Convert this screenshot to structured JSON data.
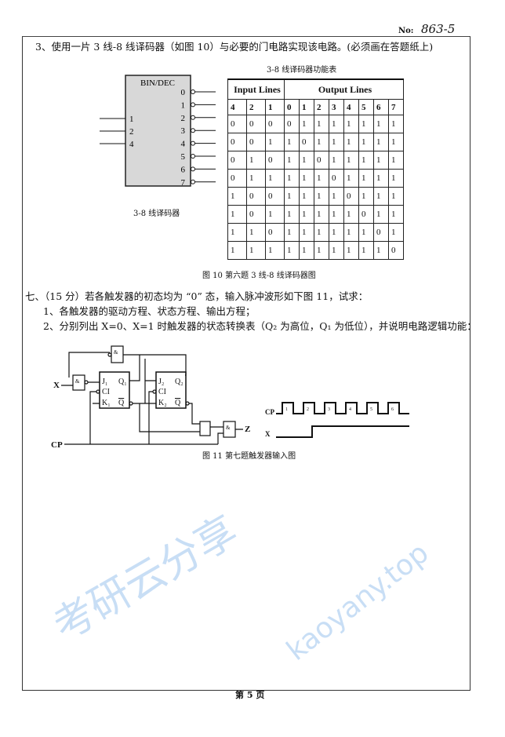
{
  "header": {
    "no_label": "No:",
    "no_value": "863-5"
  },
  "q3": {
    "text": "3、使用一片 3 线-8 线译码器（如图 10）与必要的门电路实现该电路。(必须画在答题纸上)"
  },
  "decoder": {
    "title": "BIN/DEC",
    "inputs": [
      "1",
      "2",
      "4"
    ],
    "outputs": [
      "0",
      "1",
      "2",
      "3",
      "4",
      "5",
      "6",
      "7"
    ],
    "caption": "3-8 线译码器"
  },
  "truth_table": {
    "title": "3-8 线译码器功能表",
    "input_header": "Input Lines",
    "output_header": "Output Lines",
    "columns": [
      "4",
      "2",
      "1",
      "0",
      "1",
      "2",
      "3",
      "4",
      "5",
      "6",
      "7"
    ],
    "rows": [
      [
        "0",
        "0",
        "0",
        "0",
        "1",
        "1",
        "1",
        "1",
        "1",
        "1",
        "1"
      ],
      [
        "0",
        "0",
        "1",
        "1",
        "0",
        "1",
        "1",
        "1",
        "1",
        "1",
        "1"
      ],
      [
        "0",
        "1",
        "0",
        "1",
        "1",
        "0",
        "1",
        "1",
        "1",
        "1",
        "1"
      ],
      [
        "0",
        "1",
        "1",
        "1",
        "1",
        "1",
        "0",
        "1",
        "1",
        "1",
        "1"
      ],
      [
        "1",
        "0",
        "0",
        "1",
        "1",
        "1",
        "1",
        "0",
        "1",
        "1",
        "1"
      ],
      [
        "1",
        "0",
        "1",
        "1",
        "1",
        "1",
        "1",
        "1",
        "0",
        "1",
        "1"
      ],
      [
        "1",
        "1",
        "0",
        "1",
        "1",
        "1",
        "1",
        "1",
        "1",
        "0",
        "1"
      ],
      [
        "1",
        "1",
        "1",
        "1",
        "1",
        "1",
        "1",
        "1",
        "1",
        "1",
        "0"
      ]
    ]
  },
  "fig10_caption": "图 10  第六题 3 线-8 线译码器图",
  "q7": {
    "text": "七、（15 分）若各触发器的初态均为 “0” 态，输入脉冲波形如下图 11，试求：",
    "item1": "1、各触发器的驱动方程、状态方程、输出方程；",
    "item2": "2、分别列出 X=0、X=1 时触发器的状态转换表（Q₂ 为高位，Q₁ 为低位），并说明电路逻辑功能："
  },
  "circuit": {
    "x_label": "X",
    "cp_label": "CP",
    "z_label": "Z",
    "and_symbol": "&",
    "ff1": {
      "j": "J₁",
      "ci": "CI",
      "k": "K₁",
      "q": "Q₁",
      "qbar": "Q"
    },
    "ff2": {
      "j": "J₂",
      "ci": "CI",
      "k": "K₂",
      "q": "Q₂",
      "qbar": "Q"
    }
  },
  "waveform": {
    "cp_label": "CP",
    "x_label": "X",
    "pulses": [
      "1",
      "2",
      "3",
      "4",
      "5",
      "6"
    ]
  },
  "fig11_caption": "图 11  第七题触发器输入图",
  "footer": {
    "page": "第 5 页"
  },
  "watermark": {
    "cn": "考研云分享",
    "url": "kaoyany.top",
    "color": "#9cc4ee"
  }
}
